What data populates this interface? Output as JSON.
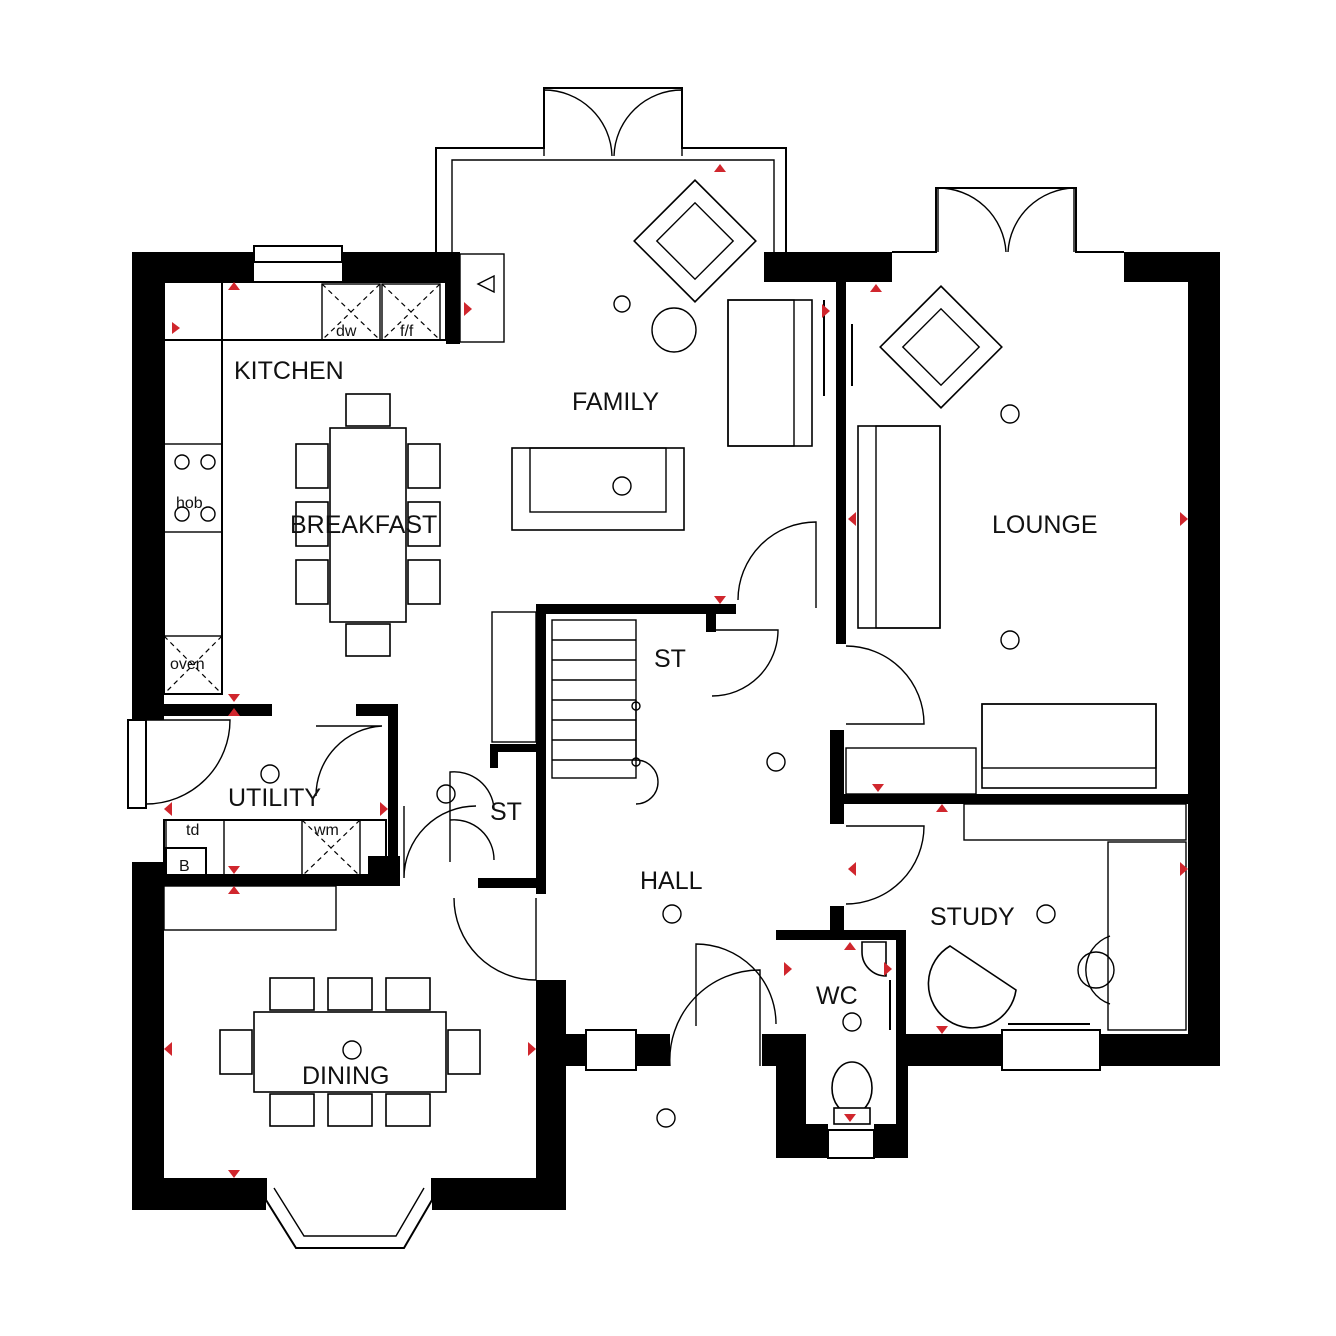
{
  "rooms": {
    "kitchen": "KITCHEN",
    "breakfast": "BREAKFAST",
    "family": "FAMILY",
    "lounge": "LOUNGE",
    "utility": "UTILITY",
    "store_1": "ST",
    "store_2": "ST",
    "hall": "HALL",
    "study": "STUDY",
    "wc": "WC",
    "dining": "DINING"
  },
  "appliances": {
    "dishwasher": "dw",
    "fridge_freezer": "f/f",
    "hob": "hob",
    "oven": "oven",
    "tumble_dryer": "td",
    "washing_machine": "wm",
    "boiler": "B"
  },
  "colors": {
    "walls": "#000000",
    "socket_markers": "#d0262d",
    "background": "#ffffff"
  }
}
